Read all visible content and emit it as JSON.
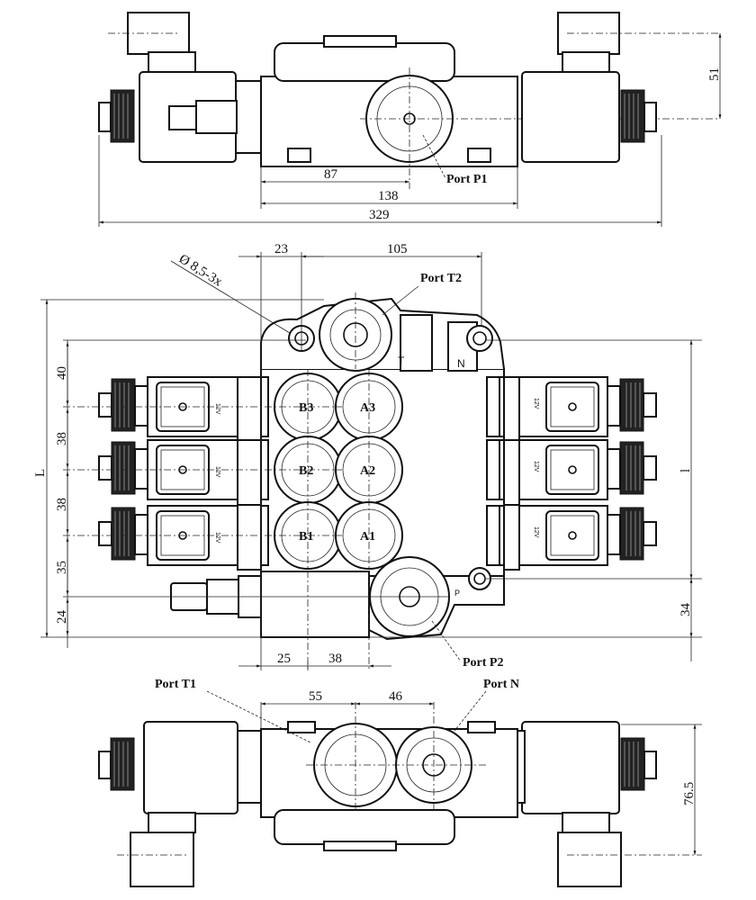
{
  "drawing": {
    "top_view": {
      "dimensions": {
        "d51": "51",
        "d87": "87",
        "d138": "138",
        "d329": "329"
      },
      "port_label": "Port P1"
    },
    "front_view": {
      "dimensions": {
        "d23": "23",
        "d105": "105",
        "d40": "40",
        "d38a": "38",
        "d38b": "38",
        "d35": "35",
        "d24": "24",
        "d34": "34",
        "d25": "25",
        "d38c": "38",
        "L": "L",
        "l": "l"
      },
      "hole_note": "Ø 8,5-3x",
      "port_labels": {
        "t2": "Port T2",
        "p2": "Port P2"
      },
      "ports": [
        "B3",
        "A3",
        "B2",
        "A2",
        "B1",
        "A1"
      ],
      "body_marks": {
        "t": "T",
        "n": "N",
        "p": "P"
      },
      "coil_voltage": "12V"
    },
    "bottom_view": {
      "dimensions": {
        "d55": "55",
        "d46": "46",
        "d76_5": "76.5"
      },
      "port_labels": {
        "t1": "Port T1",
        "n": "Port N"
      }
    }
  }
}
